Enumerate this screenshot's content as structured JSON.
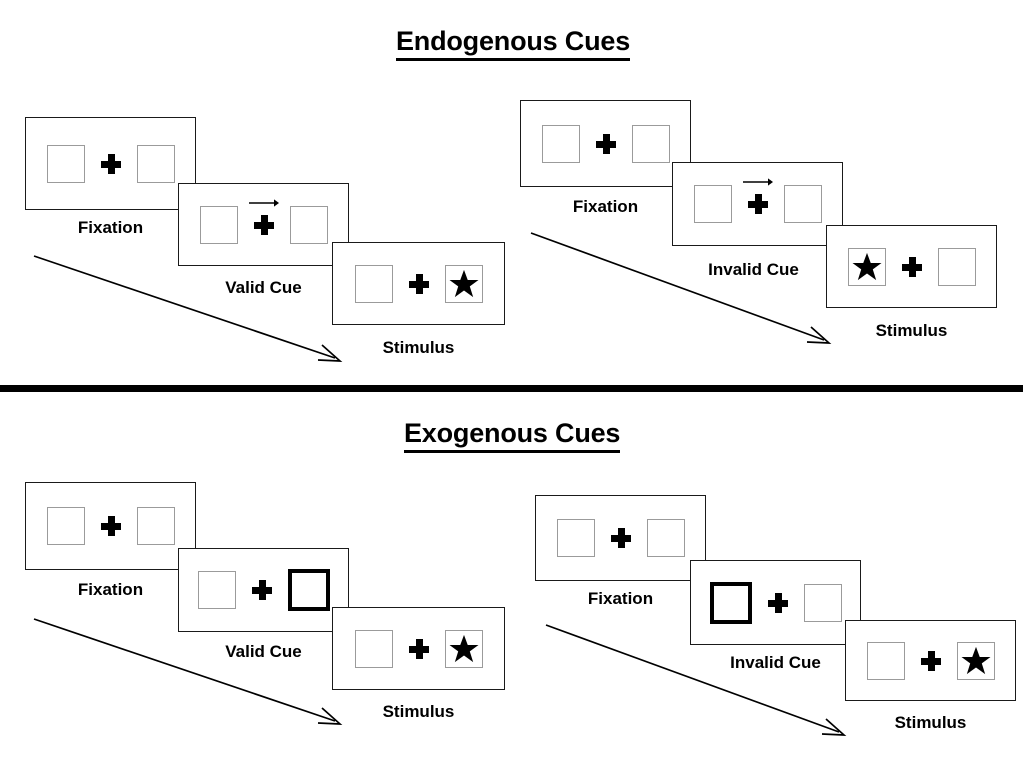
{
  "figure": {
    "background_color": "#ffffff",
    "line_color": "#1a1a1a",
    "box_border_color": "#9b9b9b",
    "cued_box_border_color": "#000000",
    "accent_color": "#000000"
  },
  "sections": [
    {
      "id": "endogenous",
      "title": "Endogenous Cues",
      "sequences": [
        {
          "id": "endogenous-valid",
          "frames": [
            {
              "label": "Fixation",
              "left_box": "empty",
              "right_box": "empty",
              "center": "plus"
            },
            {
              "label": "Valid Cue",
              "left_box": "empty",
              "right_box": "empty",
              "center": "plus-with-right-arrow"
            },
            {
              "label": "Stimulus",
              "left_box": "empty",
              "right_box": "star",
              "center": "plus"
            }
          ]
        },
        {
          "id": "endogenous-invalid",
          "frames": [
            {
              "label": "Fixation",
              "left_box": "empty",
              "right_box": "empty",
              "center": "plus"
            },
            {
              "label": "Invalid Cue",
              "left_box": "empty",
              "right_box": "empty",
              "center": "plus-with-right-arrow"
            },
            {
              "label": "Stimulus",
              "left_box": "star",
              "right_box": "empty",
              "center": "plus"
            }
          ]
        }
      ]
    },
    {
      "id": "exogenous",
      "title": "Exogenous Cues",
      "sequences": [
        {
          "id": "exogenous-valid",
          "frames": [
            {
              "label": "Fixation",
              "left_box": "empty",
              "right_box": "empty",
              "center": "plus"
            },
            {
              "label": "Valid Cue",
              "left_box": "empty",
              "right_box": "cued",
              "center": "plus"
            },
            {
              "label": "Stimulus",
              "left_box": "empty",
              "right_box": "star",
              "center": "plus"
            }
          ]
        },
        {
          "id": "exogenous-invalid",
          "frames": [
            {
              "label": "Fixation",
              "left_box": "empty",
              "right_box": "empty",
              "center": "plus"
            },
            {
              "label": "Invalid Cue",
              "left_box": "cued",
              "right_box": "empty",
              "center": "plus"
            },
            {
              "label": "Stimulus",
              "left_box": "empty",
              "right_box": "star",
              "center": "plus"
            }
          ]
        }
      ]
    }
  ],
  "titles": {
    "endogenous": "Endogenous Cues",
    "exogenous": "Exogenous Cues"
  },
  "labels": {
    "fixation": "Fixation",
    "valid_cue": "Valid Cue",
    "invalid_cue": "Invalid Cue",
    "stimulus": "Stimulus"
  }
}
